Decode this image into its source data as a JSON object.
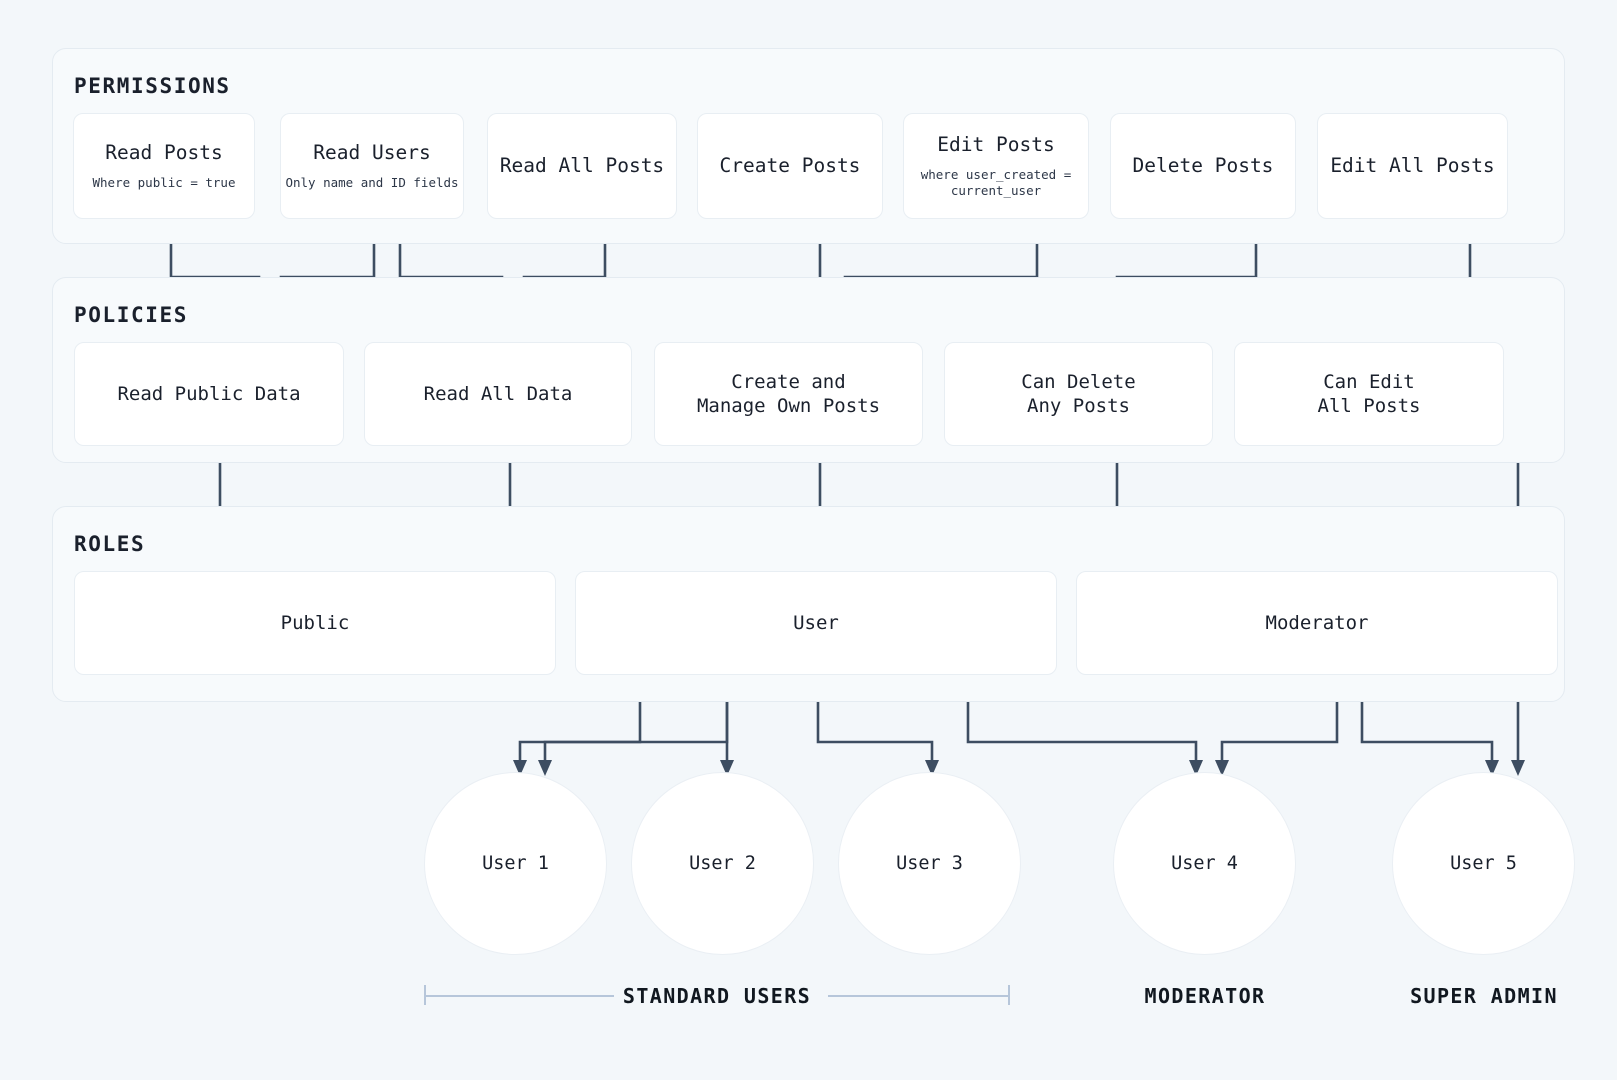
{
  "theme": {
    "background": "#f3f7fa",
    "panel_bg": "#f7fafc",
    "panel_border": "#e4ebf1",
    "card_bg": "#ffffff",
    "card_border": "#e8eef3",
    "wire": "#3d4d61",
    "text": "#1a202c",
    "bracket": "#b6c6da"
  },
  "sections": {
    "permissions": {
      "title": "PERMISSIONS"
    },
    "policies": {
      "title": "POLICIES"
    },
    "roles": {
      "title": "ROLES"
    }
  },
  "permissions": [
    {
      "title": "Read Posts",
      "subtitle": "Where public = true"
    },
    {
      "title": "Read Users",
      "subtitle": "Only name and ID fields"
    },
    {
      "title": "Read All Posts",
      "subtitle": ""
    },
    {
      "title": "Create Posts",
      "subtitle": ""
    },
    {
      "title": "Edit Posts",
      "subtitle": "where user_created =\ncurrent_user"
    },
    {
      "title": "Delete Posts",
      "subtitle": ""
    },
    {
      "title": "Edit All Posts",
      "subtitle": ""
    }
  ],
  "policies": [
    {
      "title": "Read Public Data"
    },
    {
      "title": "Read All Data"
    },
    {
      "title": "Create and\nManage Own Posts"
    },
    {
      "title": "Can Delete\nAny Posts"
    },
    {
      "title": "Can Edit\nAll Posts"
    }
  ],
  "roles": [
    {
      "title": "Public"
    },
    {
      "title": "User"
    },
    {
      "title": "Moderator"
    }
  ],
  "users": [
    {
      "label": "User 1"
    },
    {
      "label": "User 2"
    },
    {
      "label": "User 3"
    },
    {
      "label": "User 4"
    },
    {
      "label": "User 5"
    }
  ],
  "group_labels": [
    {
      "text": "STANDARD USERS"
    },
    {
      "text": "MODERATOR"
    },
    {
      "text": "SUPER ADMIN"
    }
  ],
  "chart_data": {
    "type": "diagram",
    "title": "Permissions / Policies / Roles / Users authorization hierarchy",
    "layers": [
      "PERMISSIONS",
      "POLICIES",
      "ROLES",
      "USERS"
    ],
    "edges": [
      {
        "from": "Read Posts",
        "to": "Read Public Data"
      },
      {
        "from": "Read Users",
        "to": "Read Public Data"
      },
      {
        "from": "Read Users",
        "to": "Read All Data"
      },
      {
        "from": "Read All Posts",
        "to": "Read All Data"
      },
      {
        "from": "Create Posts",
        "to": "Create and Manage Own Posts"
      },
      {
        "from": "Edit Posts",
        "to": "Create and Manage Own Posts"
      },
      {
        "from": "Delete Posts",
        "to": "Can Delete Any Posts"
      },
      {
        "from": "Edit All Posts",
        "to": "Can Edit All Posts"
      },
      {
        "from": "Read Public Data",
        "to": "Public"
      },
      {
        "from": "Read All Data",
        "to": "User"
      },
      {
        "from": "Create and Manage Own Posts",
        "to": "User"
      },
      {
        "from": "Can Delete Any Posts",
        "to": "Moderator"
      },
      {
        "from": "Can Edit All Posts",
        "to": "User 5"
      },
      {
        "from": "Public",
        "to": "User 1"
      },
      {
        "from": "User",
        "to": "User 1"
      },
      {
        "from": "User",
        "to": "User 2"
      },
      {
        "from": "User",
        "to": "User 3"
      },
      {
        "from": "User",
        "to": "User 4"
      },
      {
        "from": "Moderator",
        "to": "User 4"
      },
      {
        "from": "Moderator",
        "to": "User 5"
      }
    ]
  }
}
